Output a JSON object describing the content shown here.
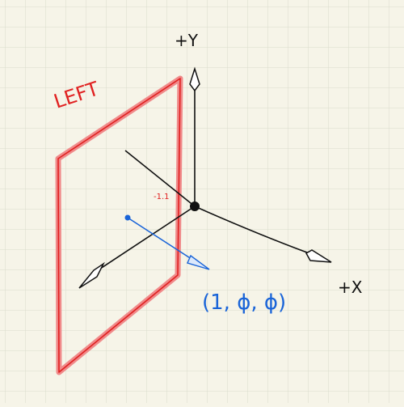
{
  "labels": {
    "y_axis": "+Y",
    "x_axis": "+X",
    "plane": "LEFT",
    "tick": "-1.1",
    "vector": "(1, ϕ, ϕ)"
  },
  "colors": {
    "background": "#f6f4e8",
    "grid": "#d9dccc",
    "ink": "#111111",
    "plane_fill": "#f08a8a",
    "plane_edge": "#e02020",
    "vector": "#1a64d8"
  }
}
